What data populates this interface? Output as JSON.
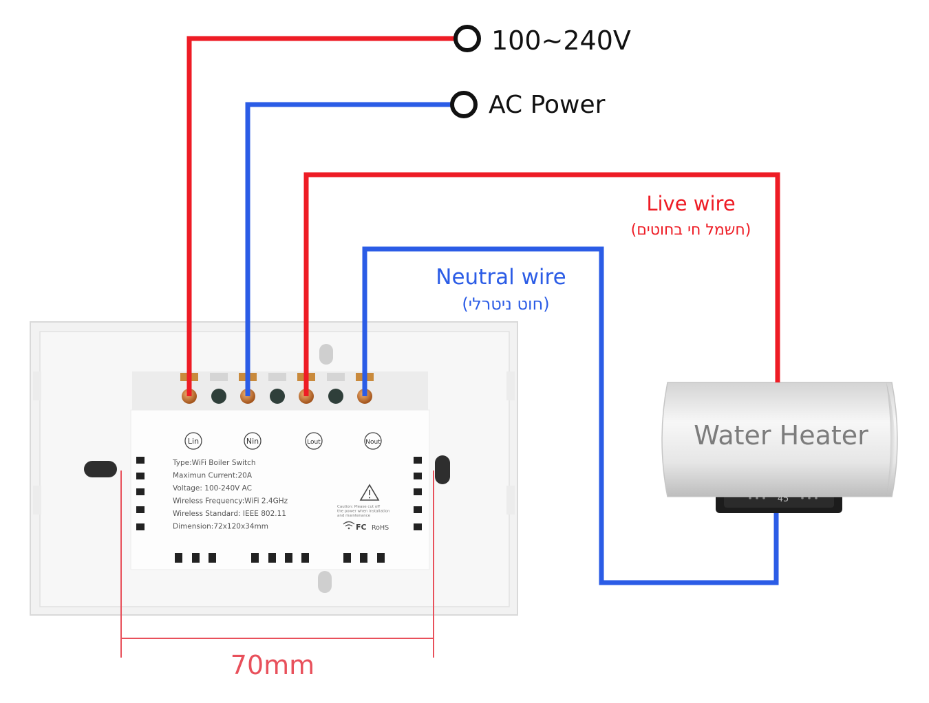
{
  "power_terminals": {
    "live_label": "100~240V",
    "neutral_label": "AC Power"
  },
  "wire_labels": {
    "live": "Live wire",
    "live_hebrew": "(חשמל חי בחוטים)",
    "neutral": "Neutral wire",
    "neutral_hebrew": "(חוט ניטרלי)"
  },
  "heater": {
    "label": "Water Heater",
    "display": "45"
  },
  "switch": {
    "terminals": [
      "Lin",
      "Nin",
      "Lout",
      "Nout"
    ],
    "specs": [
      "Type:WiFi Boiler Switch",
      "Maximun Current:20A",
      "Voltage: 100-240V AC",
      "Wireless Frequency:WiFi 2.4GHz",
      "Wireless Standard: IEEE 802.11",
      "Dimension:72x120x34mm"
    ],
    "caution": [
      "Caution: Please cut off",
      "the power when installation",
      "and maintenance"
    ],
    "cert_fc": "FC",
    "cert_rohs": "RoHS"
  },
  "dimension": {
    "label": "70mm"
  },
  "colors": {
    "live": "#ee1c25",
    "neutral": "#2b5ce6",
    "dimension": "#e8505b",
    "terminal": "#111111"
  }
}
